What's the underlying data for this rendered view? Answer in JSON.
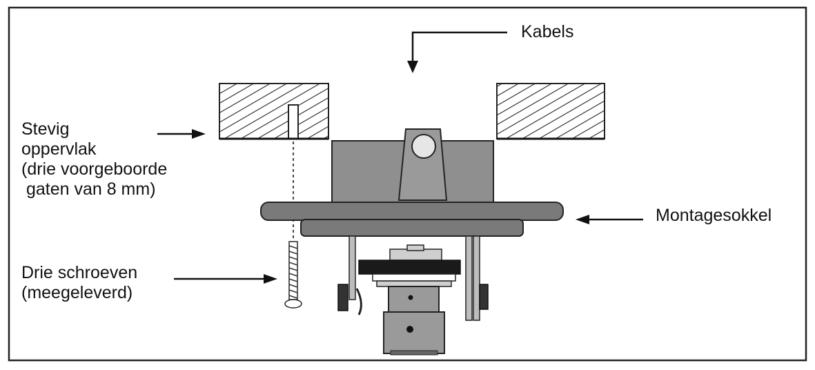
{
  "labels": {
    "cables": "Kabels",
    "surface": [
      "Stevig",
      "oppervlak",
      "(drie voorgeboorde",
      " gaten van 8 mm)"
    ],
    "mount_base": "Montagesokkel",
    "screws": [
      "Drie schroeven",
      "(meegeleverd)"
    ]
  },
  "colors": {
    "frame": "#222222",
    "base_fill": "#7a7a7a",
    "housing_fill": "#8f8f8f",
    "camera_fill": "#9a9a9a",
    "dark": "#1a1a1a"
  }
}
